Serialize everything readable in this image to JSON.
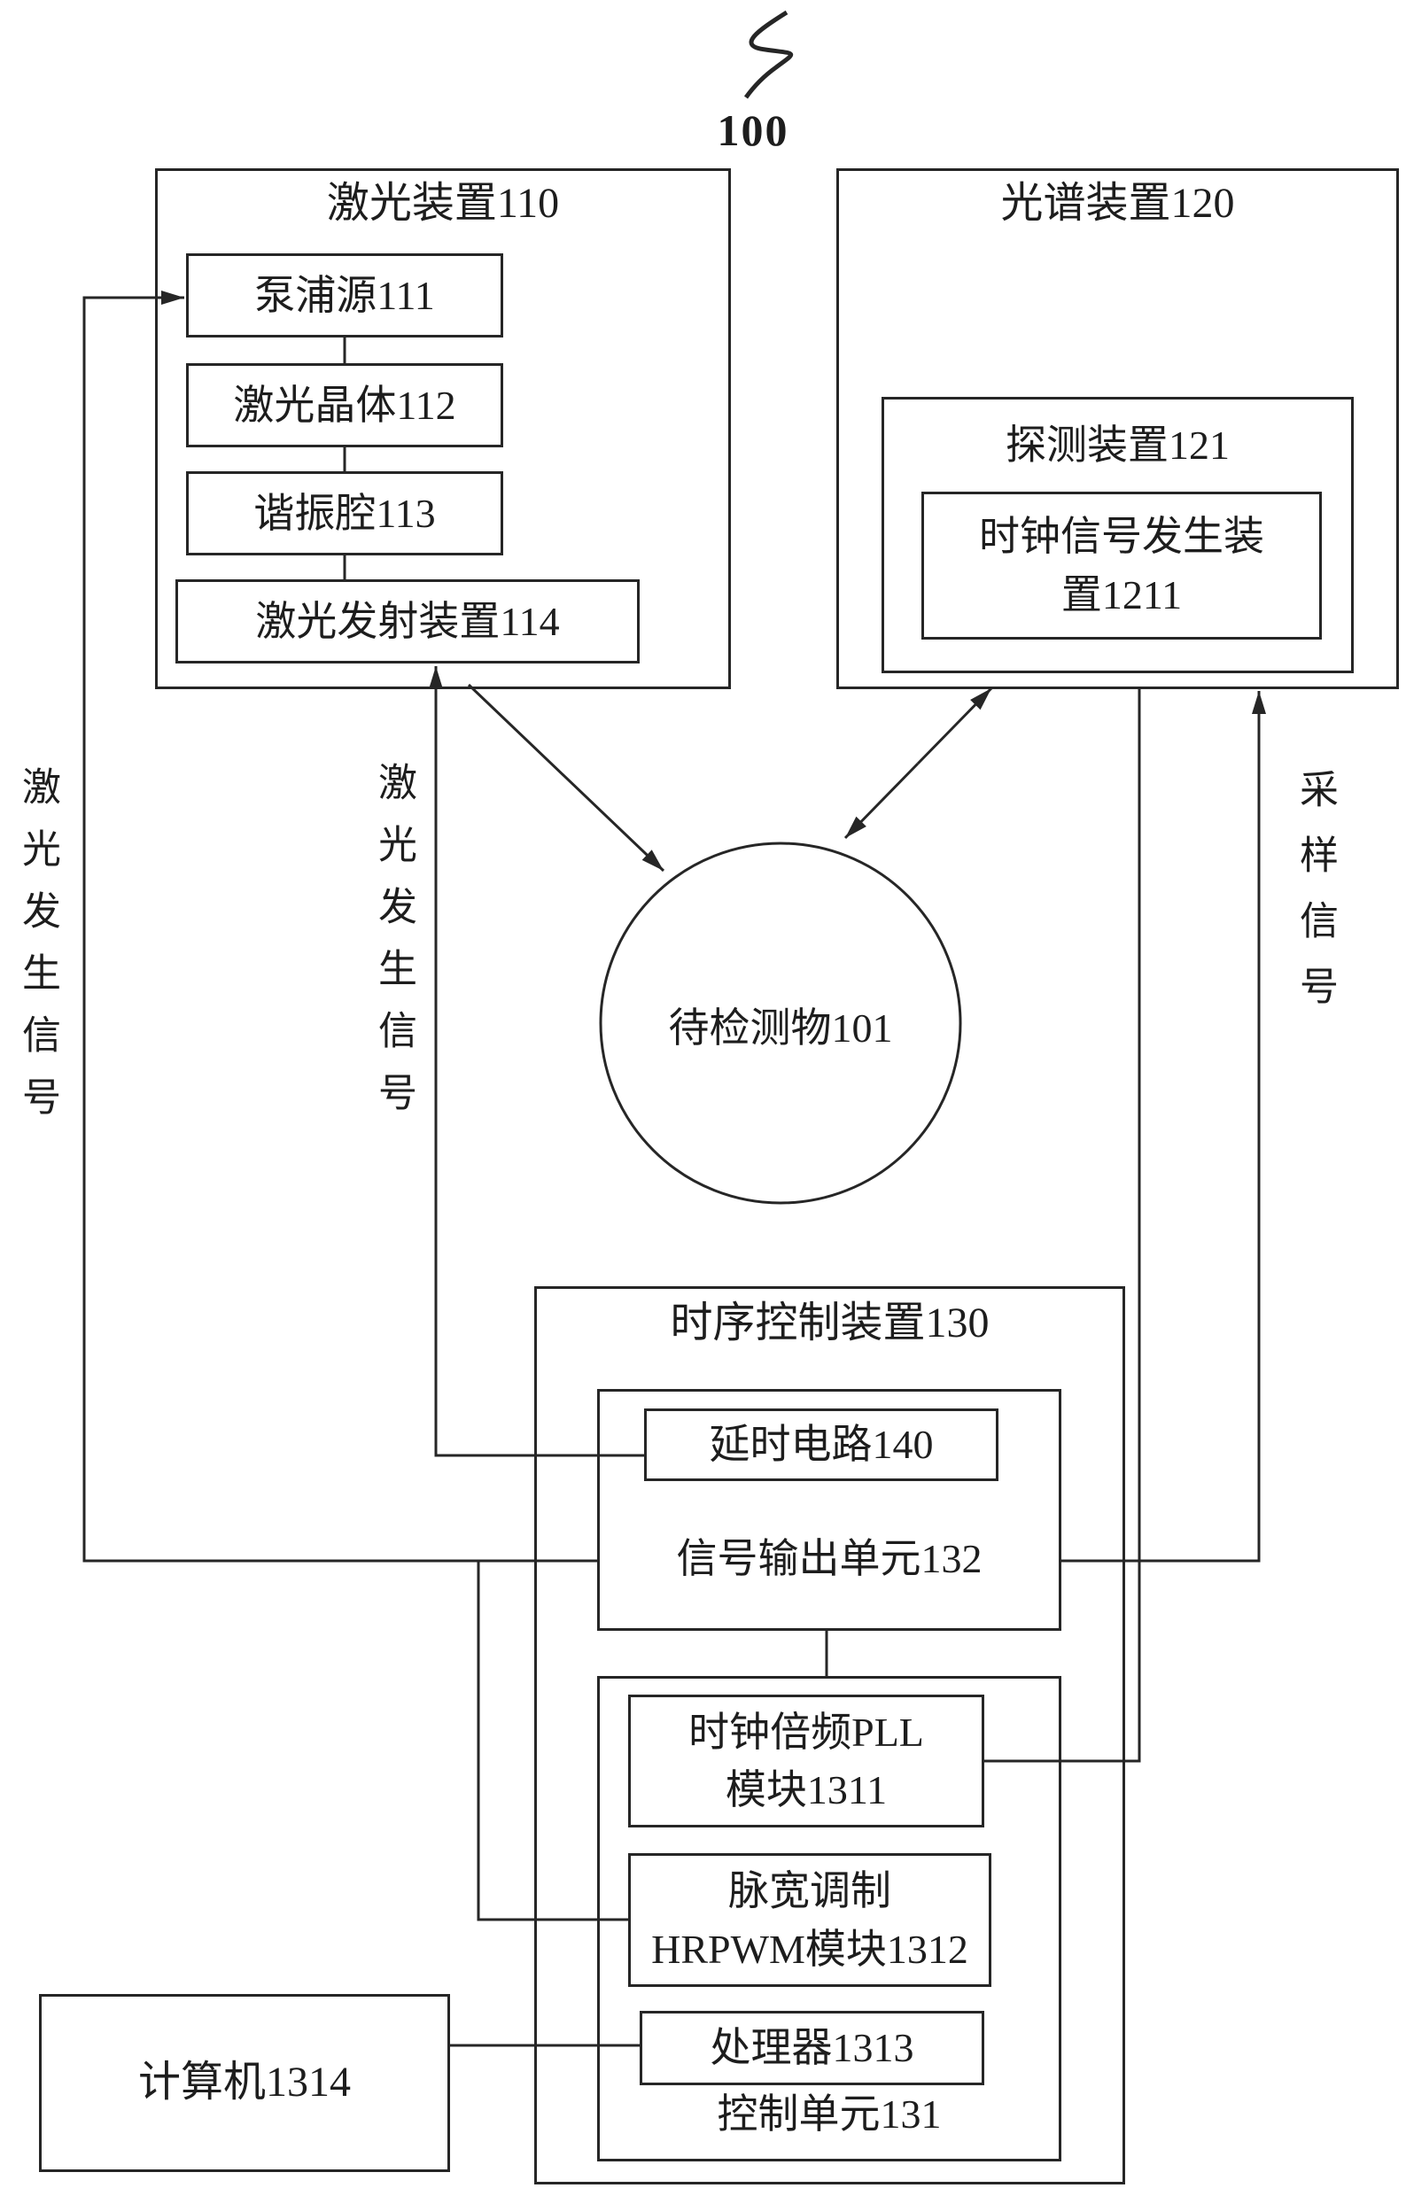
{
  "figure": {
    "reference_number": "100"
  },
  "laser_device": {
    "title": "激光装置110",
    "pump_source": "泵浦源111",
    "laser_crystal": "激光晶体112",
    "resonator": "谐振腔113",
    "emitter": "激光发射装置114"
  },
  "spectrum_device": {
    "title": "光谱装置120",
    "detector_title": "探测装置121",
    "clock_generator": {
      "line1": "时钟信号发生装",
      "line2": "置1211"
    }
  },
  "sample": {
    "label": "待检测物101"
  },
  "signal_labels": {
    "laser_generation_left": "激光发生信号",
    "laser_generation_middle": "激光发生信号",
    "sampling_right": "采样信号"
  },
  "timing_control_device": {
    "title": "时序控制装置130",
    "signal_output_unit": "信号输出单元132",
    "delay_circuit": "延时电路140",
    "control_unit": "控制单元131",
    "pll_module": {
      "line1": "时钟倍频PLL",
      "line2": "模块1311"
    },
    "pwm_module": {
      "line1": "脉宽调制",
      "line2": "HRPWM模块1312"
    },
    "processor": "处理器1313"
  },
  "computer": {
    "label": "计算机1314"
  },
  "colors": {
    "line_color": "#262626",
    "background": "#ffffff"
  }
}
